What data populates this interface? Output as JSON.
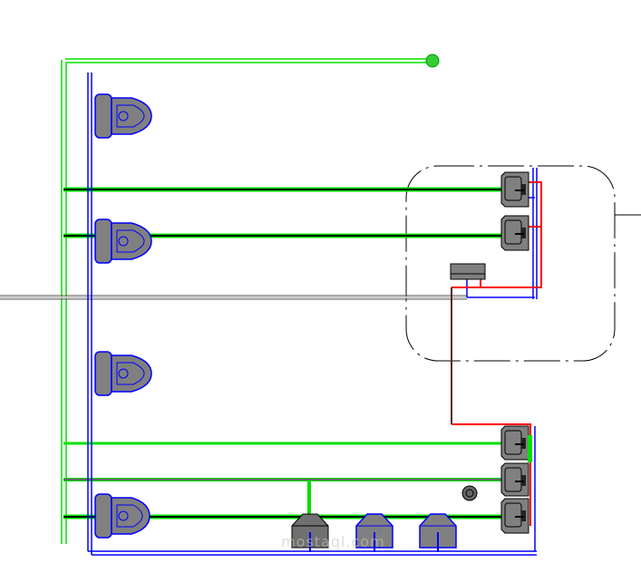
{
  "watermark": {
    "text": "mostaql.com"
  },
  "colors": {
    "vent_pipe": "#00e000",
    "cold_water": "#0000ff",
    "hot_water": "#ff0000",
    "drain": "#000000",
    "fixture_fill": "#808080",
    "supply_main": "#888888"
  },
  "fixtures": {
    "toilets": 4,
    "sinks_upper": 2,
    "sinks_lower": 3,
    "bidets": 3,
    "floor_drain": 1,
    "water_heater": 1
  }
}
